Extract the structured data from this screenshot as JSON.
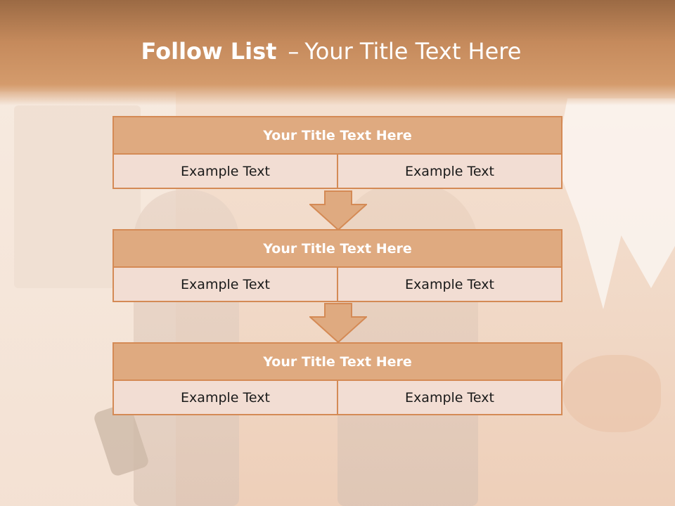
{
  "slide": {
    "title_bold": "Follow List",
    "title_separator": "–",
    "title_rest": "Your Title Text Here"
  },
  "steps": [
    {
      "heading": "Your Title Text Here",
      "left": "Example Text",
      "right": "Example Text"
    },
    {
      "heading": "Your Title Text Here",
      "left": "Example Text",
      "right": "Example Text"
    },
    {
      "heading": "Your Title Text Here",
      "left": "Example Text",
      "right": "Example Text"
    }
  ],
  "colors": {
    "header_band": "#c58a5c",
    "box_fill": "#dfaa80",
    "box_border": "#d48a55",
    "cell_fill": "#f2ddd3",
    "arrow_fill": "#dfaa80"
  }
}
